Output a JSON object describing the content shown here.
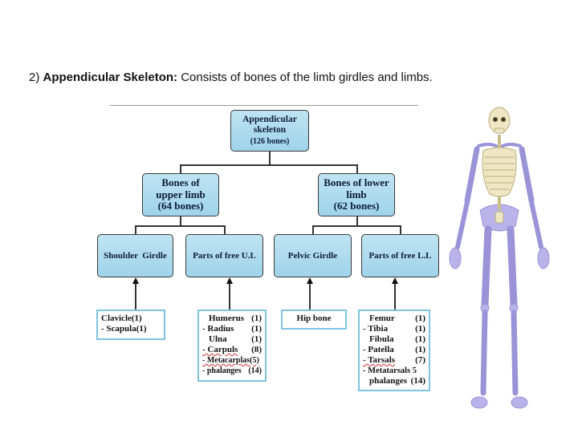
{
  "heading": {
    "prefix": "2) ",
    "bold": "Appendicular Skeleton:",
    "rest": " Consists of bones of the limb girdles and limbs."
  },
  "root": {
    "line1": "Appendicular",
    "line2": "skeleton",
    "line3": "(126 bones)"
  },
  "upper": {
    "line1": "Bones of",
    "line2": "upper limb",
    "line3": "(64 bones)"
  },
  "lower": {
    "line1": "Bones of lower",
    "line2": "limb",
    "line3": "(62 bones)"
  },
  "level3": {
    "shoulder": "Shoulder  Girdle",
    "free_ul": "Parts of free U.L",
    "pelvic": "Pelvic Girdle",
    "free_ll": "Parts of free L.L"
  },
  "shoulder_list": [
    {
      "name": "Clavicle(1)",
      "count": ""
    },
    {
      "name": "- Scapula(1)",
      "count": ""
    }
  ],
  "upper_list": [
    {
      "name": "Humerus",
      "count": "(1)"
    },
    {
      "name": "- Radius",
      "count": "(1)"
    },
    {
      "name": "Ulna",
      "count": "(1)"
    },
    {
      "name": "- Carpuls",
      "count": "(8)"
    },
    {
      "name": "- Metacarplas(5)",
      "count": ""
    },
    {
      "name": "- phalanges",
      "count": "(14)"
    }
  ],
  "pelvic_list": [
    {
      "name": "Hip bone",
      "count": ""
    }
  ],
  "lower_list": [
    {
      "name": "Femur",
      "count": "(1)"
    },
    {
      "name": "- Tibia",
      "count": "(1)"
    },
    {
      "name": "Fibula",
      "count": "(1)"
    },
    {
      "name": "- Patella",
      "count": "(1)"
    },
    {
      "name": "- Tarsals",
      "count": "(7)"
    },
    {
      "name": "- Metatarsals 5",
      "count": ""
    },
    {
      "name": "phalanges",
      "count": "(14)"
    }
  ],
  "colors": {
    "box_fill": "#aadaee",
    "list_border": "#7ec3e0",
    "skeleton_axial": "#efe6c4",
    "skeleton_appendicular": "#b9b3ea"
  }
}
